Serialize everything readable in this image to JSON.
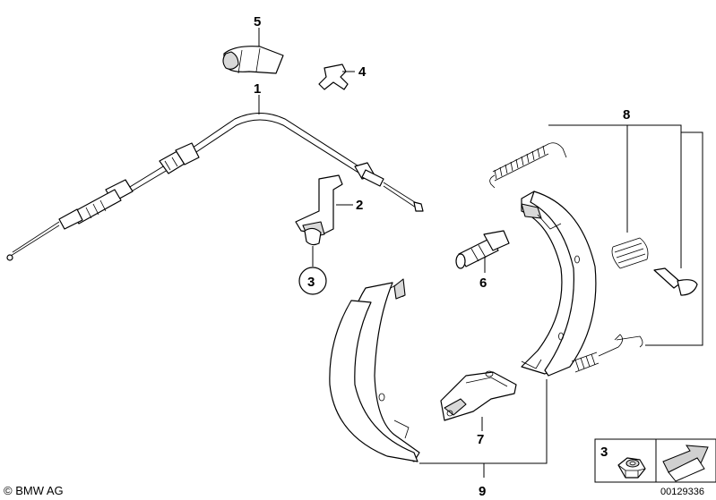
{
  "parts": [
    {
      "num": "1"
    },
    {
      "num": "2"
    },
    {
      "num": "3"
    },
    {
      "num": "4"
    },
    {
      "num": "5"
    },
    {
      "num": "6"
    },
    {
      "num": "7"
    },
    {
      "num": "8"
    },
    {
      "num": "9"
    }
  ],
  "legend": {
    "num": "3"
  },
  "footer": {
    "copyright": "© BMW AG",
    "image_number": "00129336"
  }
}
